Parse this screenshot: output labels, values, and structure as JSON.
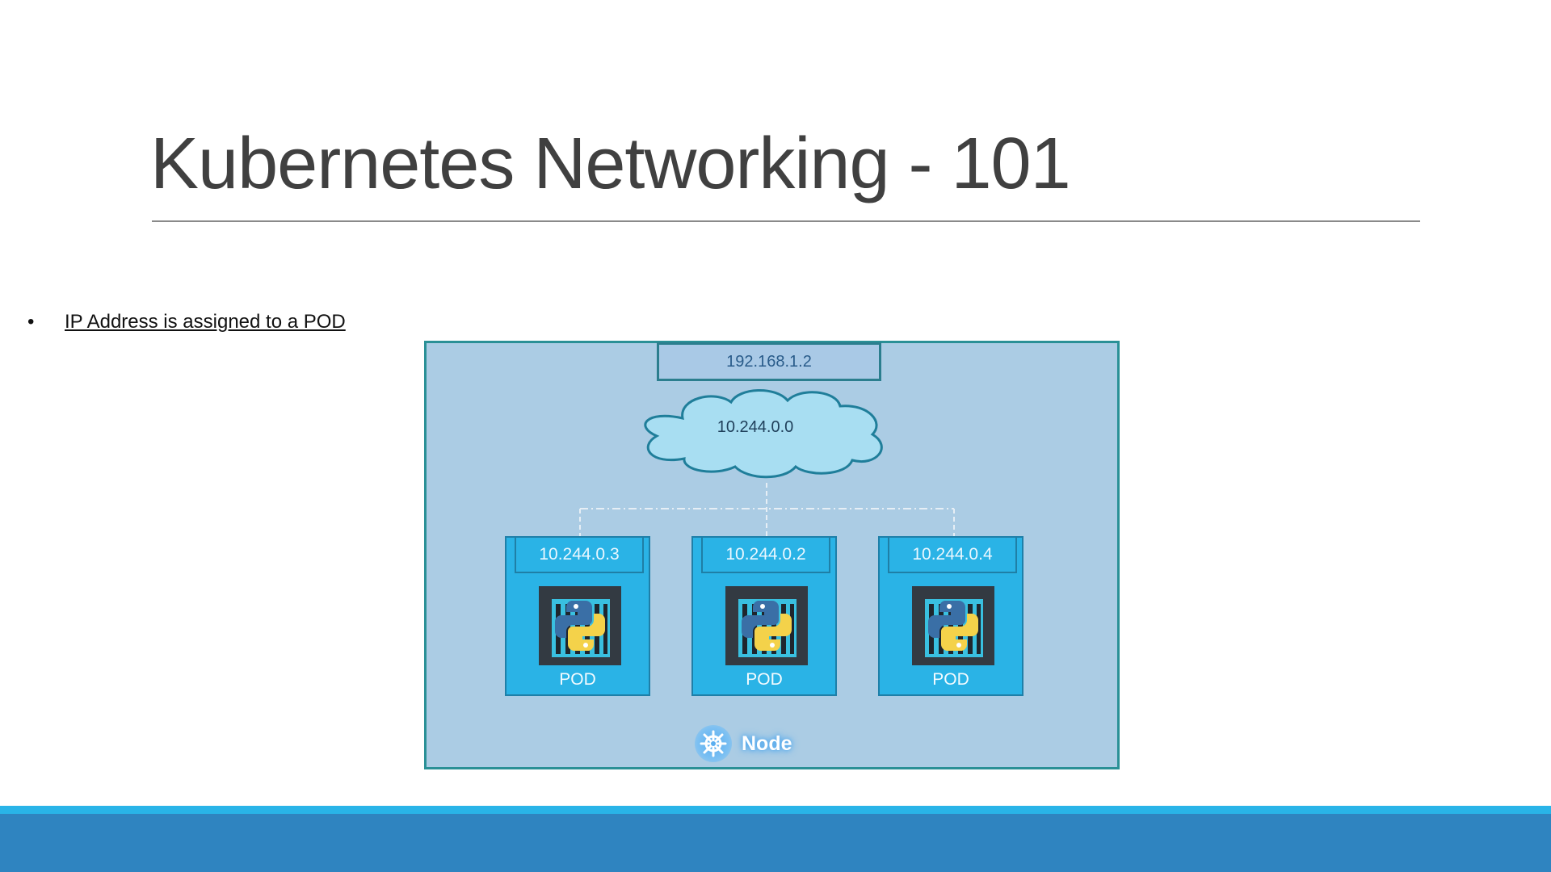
{
  "slide": {
    "title": "Kubernetes Networking - 101",
    "bullets": [
      {
        "symbol": "•",
        "text": "IP Address is assigned to a POD"
      }
    ]
  },
  "diagram": {
    "node": {
      "label": "Node",
      "icon": "kubernetes-helm-icon",
      "host_ip": "192.168.1.2"
    },
    "network": {
      "cidr": "10.244.0.0",
      "icon": "cloud-icon"
    },
    "pods": [
      {
        "ip": "10.244.0.3",
        "label": "POD",
        "icon": "python-container-icon"
      },
      {
        "ip": "10.244.0.2",
        "label": "POD",
        "icon": "python-container-icon"
      },
      {
        "ip": "10.244.0.4",
        "label": "POD",
        "icon": "python-container-icon"
      }
    ]
  },
  "colors": {
    "node_background": "#abcce4",
    "node_border": "#2a9096",
    "pod_fill": "#2ab3e6",
    "cloud_fill": "#a8def2",
    "footer_stripe": "#29b4e8",
    "footer_band": "#2f84c0"
  }
}
